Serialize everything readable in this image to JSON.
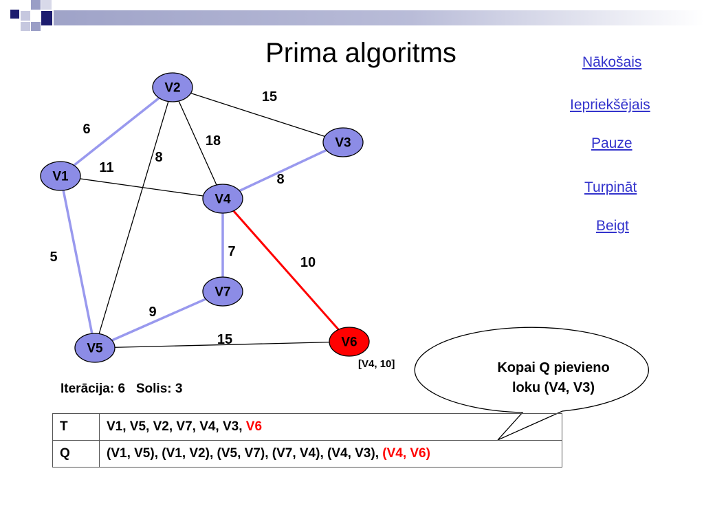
{
  "title": "Prima algoritms",
  "nav": {
    "next": "Nākošais",
    "prev": "Iepriekšējais",
    "pause": "Pauze ",
    "continue": "Turpināt ",
    "end": "Beigt"
  },
  "colors": {
    "vertex_fill": "#8c8ce6",
    "selected_vertex_fill": "#ff0000",
    "tree_edge": "#9999ee",
    "current_edge": "#ff0000",
    "edge": "#000000",
    "link": "#3333cc"
  },
  "graph": {
    "vertices": [
      {
        "id": "V1",
        "label": "V1",
        "selected": false
      },
      {
        "id": "V2",
        "label": "V2",
        "selected": false
      },
      {
        "id": "V3",
        "label": "V3",
        "selected": false
      },
      {
        "id": "V4",
        "label": "V4",
        "selected": false
      },
      {
        "id": "V5",
        "label": "V5",
        "selected": false
      },
      {
        "id": "V6",
        "label": "V6",
        "selected": true
      },
      {
        "id": "V7",
        "label": "V7",
        "selected": false
      }
    ],
    "edges": [
      {
        "from": "V1",
        "to": "V2",
        "weight": "6",
        "state": "tree"
      },
      {
        "from": "V2",
        "to": "V3",
        "weight": "15",
        "state": "normal"
      },
      {
        "from": "V2",
        "to": "V4",
        "weight": "18",
        "state": "normal"
      },
      {
        "from": "V2",
        "to": "V5",
        "weight": "8",
        "state": "normal"
      },
      {
        "from": "V1",
        "to": "V4",
        "weight": "11",
        "state": "normal"
      },
      {
        "from": "V3",
        "to": "V4",
        "weight": "8",
        "state": "tree"
      },
      {
        "from": "V1",
        "to": "V5",
        "weight": "5",
        "state": "tree"
      },
      {
        "from": "V4",
        "to": "V7",
        "weight": "7",
        "state": "tree"
      },
      {
        "from": "V4",
        "to": "V6",
        "weight": "10",
        "state": "current"
      },
      {
        "from": "V5",
        "to": "V7",
        "weight": "9",
        "state": "tree"
      },
      {
        "from": "V5",
        "to": "V6",
        "weight": "15",
        "state": "normal"
      }
    ]
  },
  "edge_note": "[V4, 10]",
  "status": {
    "iteration_label": "Iterācija:",
    "iteration": "6",
    "step_label": "Solis:",
    "step": "3"
  },
  "callout": {
    "line1": "Kopai Q pievieno",
    "line2": "loku (V4, V3)"
  },
  "table": {
    "rows": [
      {
        "key": "T",
        "value": "V1, V5, V2, V7, V4, V3,",
        "highlight": "V6"
      },
      {
        "key": "Q",
        "value": "(V1, V5), (V1, V2), (V5, V7), (V7, V4), (V4, V3),",
        "highlight": "(V4, V6)"
      }
    ]
  }
}
